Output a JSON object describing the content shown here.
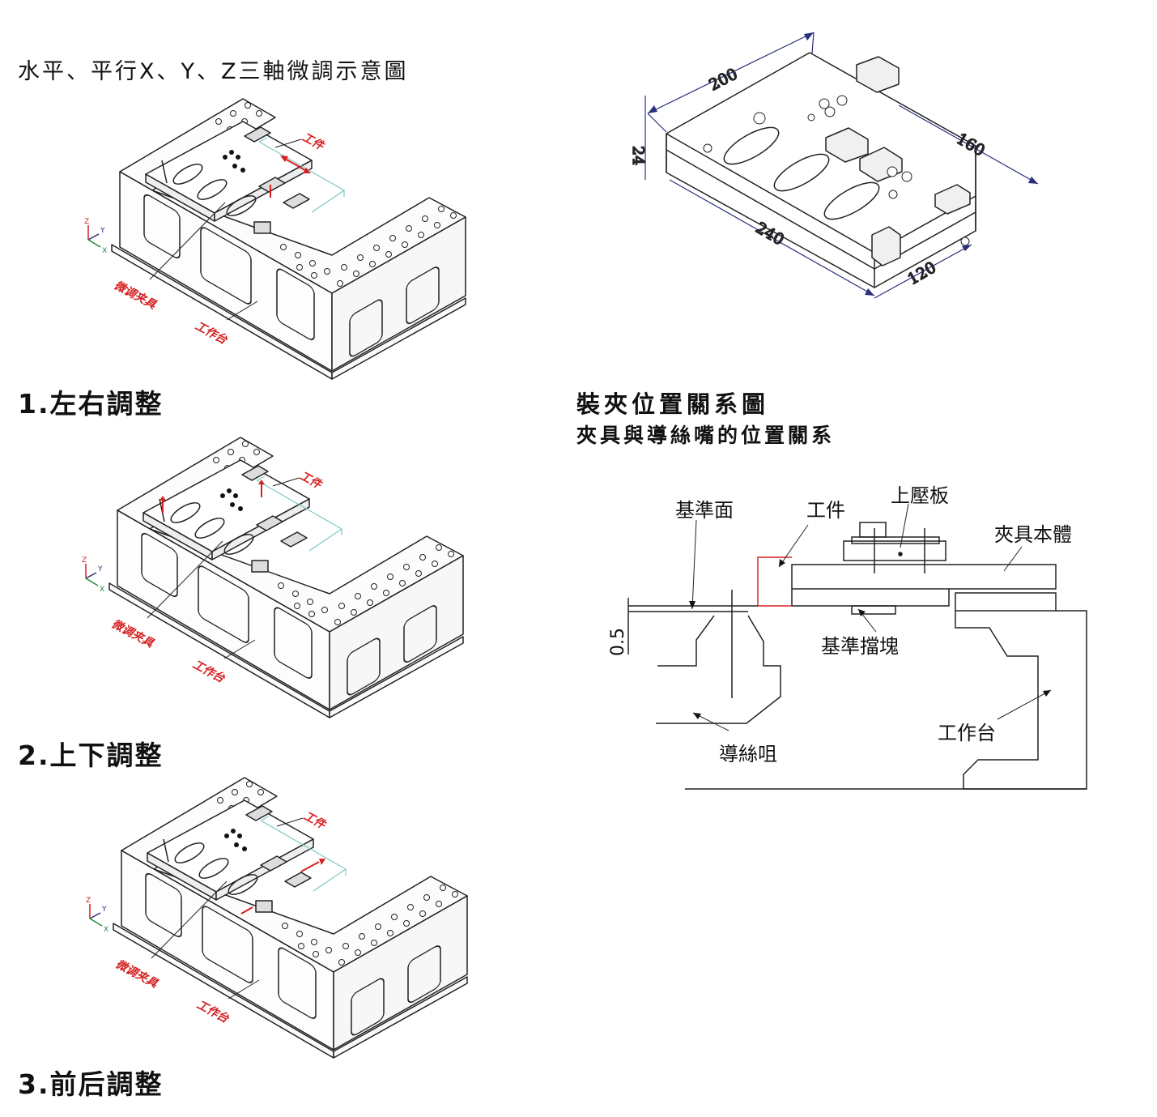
{
  "main_title": "水平、平行X、Y、Z三軸微調示意圖",
  "views": [
    {
      "step_label": "1.左右調整",
      "workpiece": "工件",
      "fixture": "微调夹具",
      "table": "工作台"
    },
    {
      "step_label": "2.上下調整",
      "workpiece": "工件",
      "fixture": "微调夹具",
      "table": "工作台"
    },
    {
      "step_label": "3.前后調整",
      "workpiece": "工件",
      "fixture": "微调夹具",
      "table": "工作台"
    }
  ],
  "axes": {
    "z": "Z",
    "y": "Y",
    "x": "X"
  },
  "dimensions": {
    "d200": "200",
    "d24": "24",
    "d160": "160",
    "d240": "240",
    "d120": "120"
  },
  "relation": {
    "title": "裝夾位置關系圖",
    "subtitle": "夾具與導絲嘴的位置關系",
    "labels": {
      "datum_face": "基準面",
      "workpiece": "工件",
      "top_plate": "上壓板",
      "fixture_body": "夾具本體",
      "offset": "0.5",
      "datum_block": "基準擋塊",
      "guide_nozzle": "導絲咀",
      "table": "工作台"
    }
  },
  "colors": {
    "annotation": "#d42020",
    "dimension": "#2a2f7a",
    "workpiece_outline": "#7cc8c8",
    "line": "#222222"
  }
}
